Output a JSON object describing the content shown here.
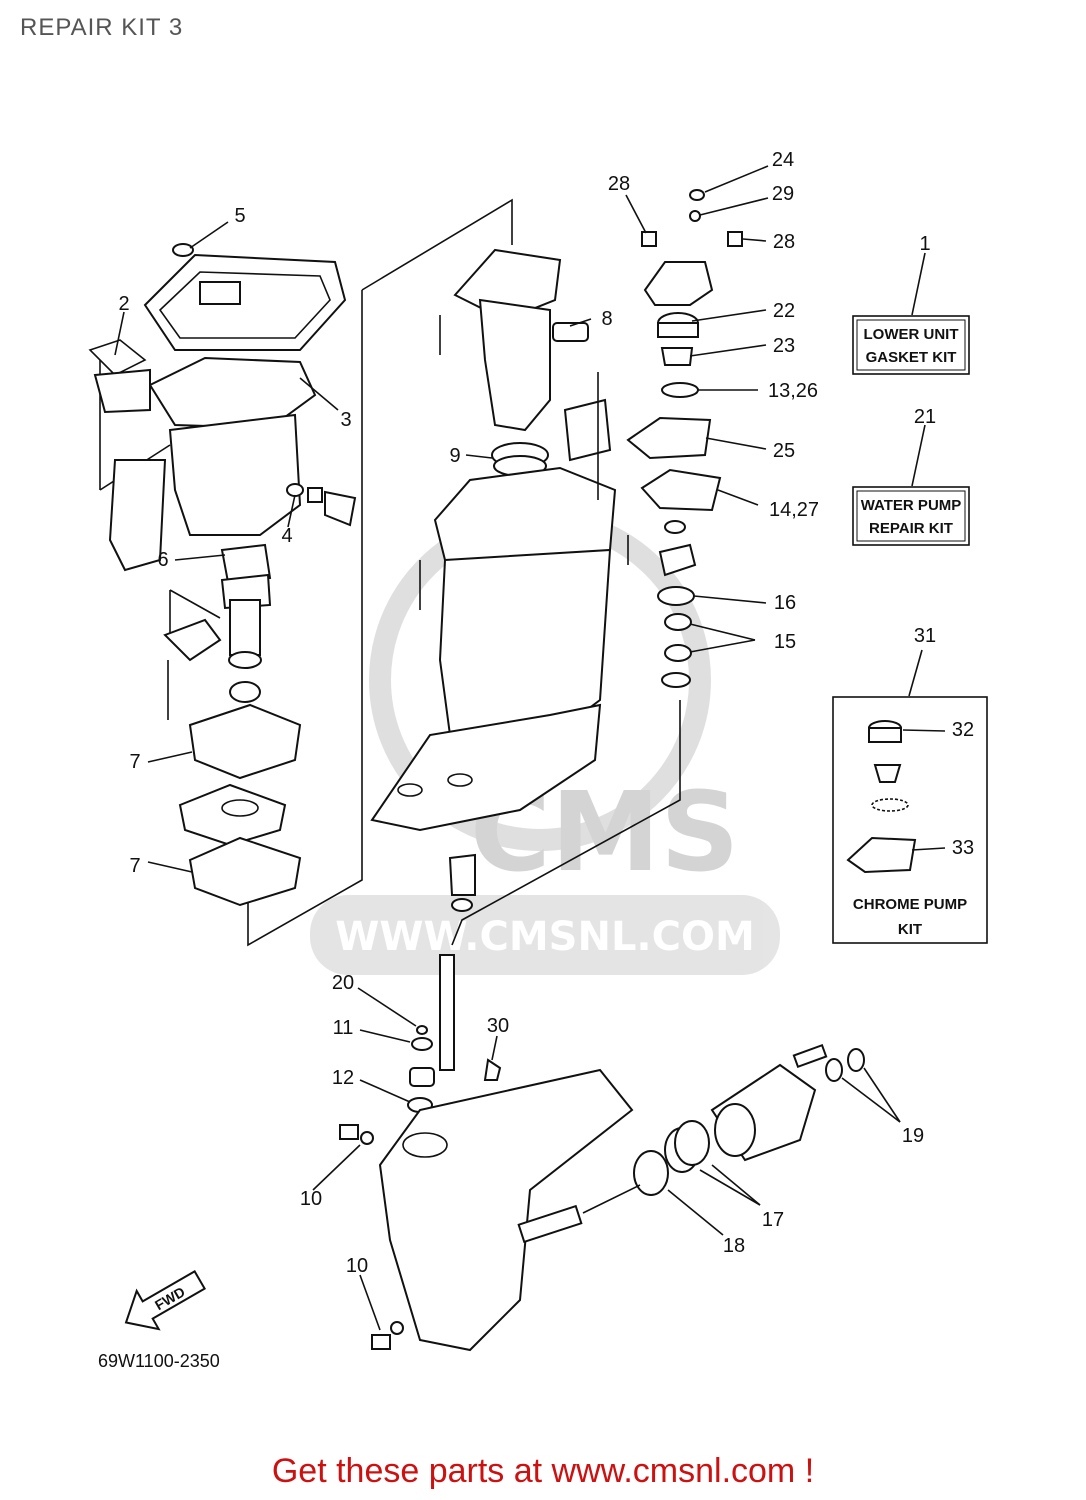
{
  "header": {
    "title": "REPAIR KIT 3"
  },
  "watermark": {
    "brand": "CMS",
    "url": "WWW.CMSNL.COM"
  },
  "kits": {
    "lower_unit": [
      "LOWER UNIT",
      "GASKET KIT"
    ],
    "water_pump": [
      "WATER PUMP",
      "REPAIR KIT"
    ],
    "chrome_pump": [
      "CHROME PUMP",
      "KIT"
    ]
  },
  "callouts": {
    "c1": "1",
    "c2": "2",
    "c3": "3",
    "c4": "4",
    "c5": "5",
    "c6": "6",
    "c7a": "7",
    "c7b": "7",
    "c8": "8",
    "c9": "9",
    "c10a": "10",
    "c10b": "10",
    "c11": "11",
    "c12": "12",
    "c13_26": "13,26",
    "c14_27": "14,27",
    "c15": "15",
    "c16": "16",
    "c17": "17",
    "c18": "18",
    "c19": "19",
    "c20": "20",
    "c21": "21",
    "c22": "22",
    "c23": "23",
    "c24": "24",
    "c25": "25",
    "c28a": "28",
    "c28b": "28",
    "c29": "29",
    "c30": "30",
    "c31": "31",
    "c32": "32",
    "c33": "33"
  },
  "direction_label": "FWD",
  "diagram_code": "69W1100-2350",
  "footer": {
    "text": "Get these parts at www.cmsnl.com !"
  },
  "colors": {
    "footer": "#cc1111",
    "title": "#555555",
    "watermark": "#d0d0d0"
  }
}
